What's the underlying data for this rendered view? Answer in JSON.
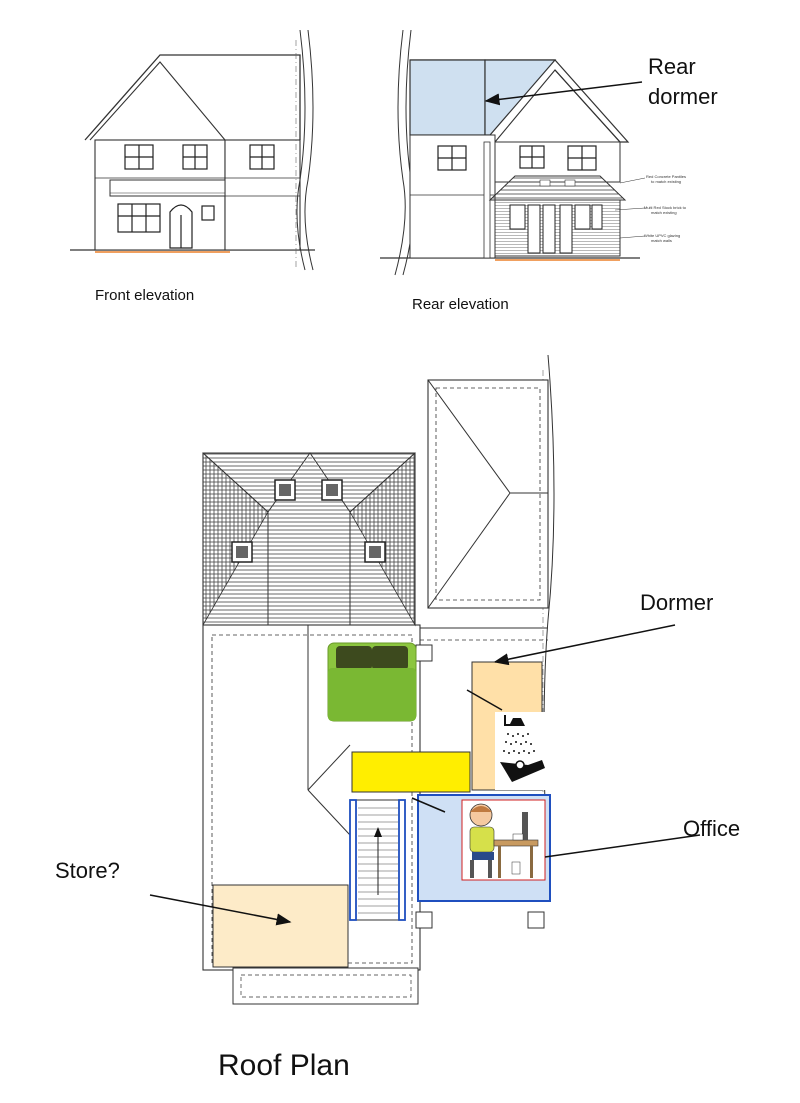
{
  "elevations": {
    "front_caption": "Front elevation",
    "rear_caption": "Rear elevation",
    "rear_dormer_label_1": "Rear",
    "rear_dormer_label_2": "dormer",
    "notes": [
      "Red Concrete Pantiles",
      "to match existing",
      "Multi Red Stock brick to",
      "match existing",
      "White UPVC glazing",
      "match walls"
    ]
  },
  "roof_plan": {
    "title": "Roof Plan",
    "dormer_label": "Dormer",
    "office_label": "Office",
    "store_label": "Store?"
  },
  "colors": {
    "dormer_blue": "#cfe0f0",
    "bed_green": "#8cc63f",
    "landing_yellow": "#ffee00",
    "bath_peach": "#ffe0a8",
    "store_cream": "#fdebc8",
    "office_blue": "#cfe0f5",
    "office_border": "#1f4fbf"
  }
}
